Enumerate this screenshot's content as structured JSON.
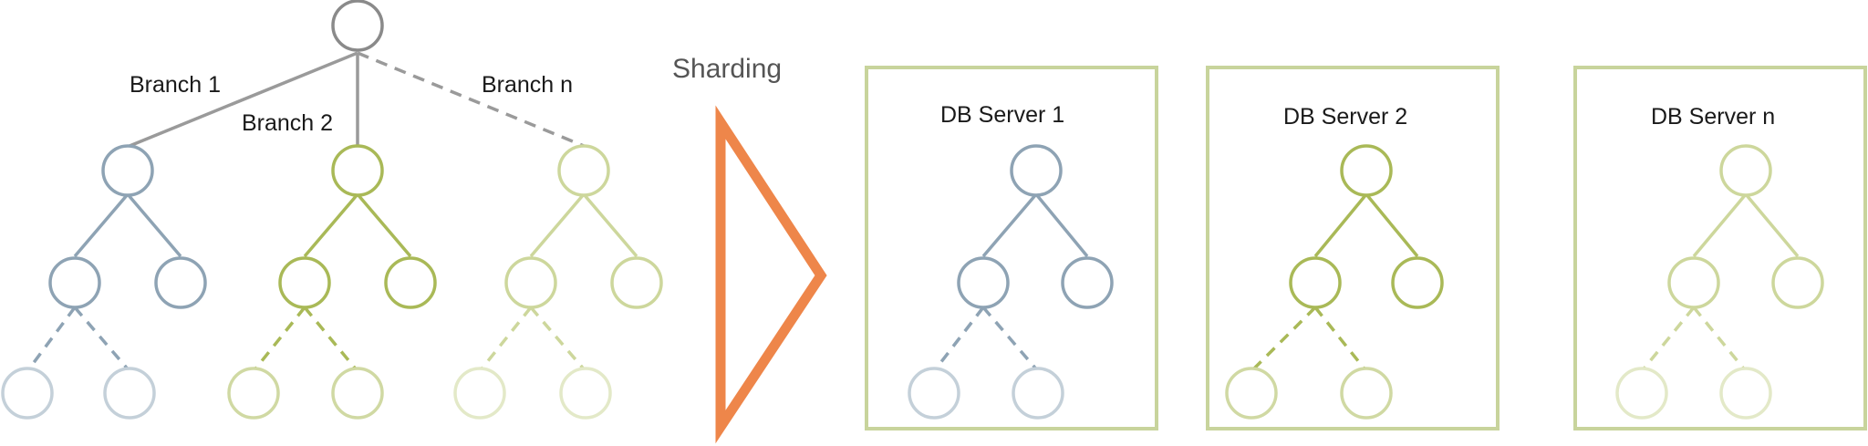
{
  "tree": {
    "branches": [
      {
        "label": "Branch 1",
        "color": "#8EA3B4",
        "leaf_color": "#C4D0D9"
      },
      {
        "label": "Branch 2",
        "color": "#A9B957",
        "leaf_color": "#D0D9A3"
      },
      {
        "label": "Branch n",
        "color": "#CDD79C",
        "leaf_color": "#E3E9C8"
      }
    ],
    "root_color": "#8A8A8A"
  },
  "arrow": {
    "label": "Sharding",
    "color": "#EE864A"
  },
  "servers": [
    {
      "label": "DB Server 1"
    },
    {
      "label": "DB Server 2"
    },
    {
      "label": "DB Server n"
    }
  ],
  "server_box_color": "#C8D49C"
}
